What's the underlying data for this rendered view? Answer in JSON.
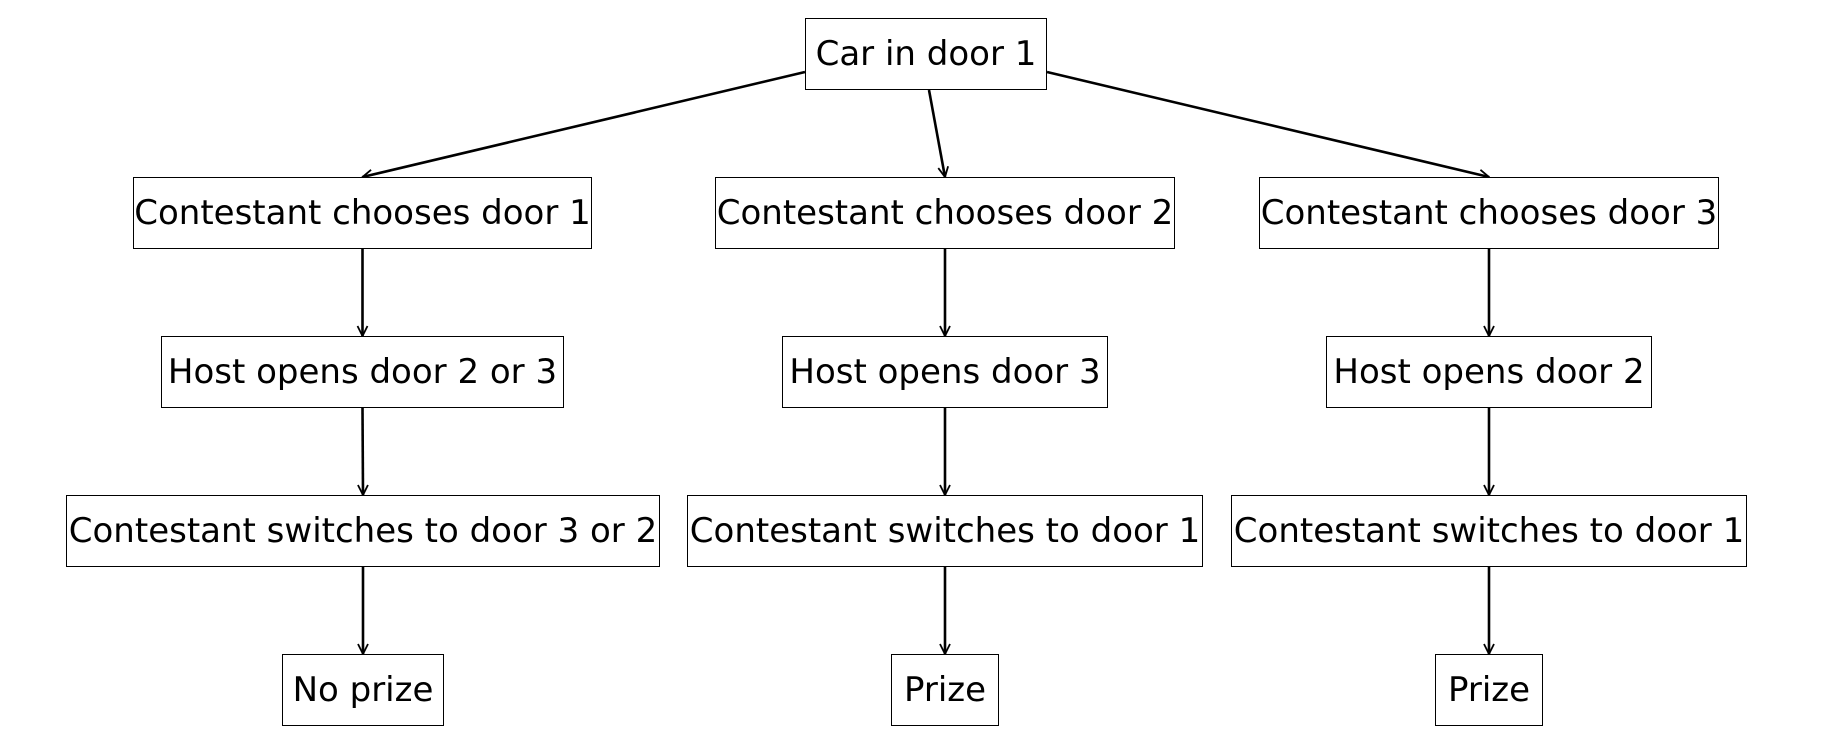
{
  "diagram": {
    "nodes": {
      "root": "Car in door 1",
      "choose_1": "Contestant chooses door 1",
      "choose_2": "Contestant chooses door 2",
      "choose_3": "Contestant chooses door 3",
      "host_1": "Host opens door 2 or 3",
      "host_2": "Host opens door 3",
      "host_3": "Host opens door 2",
      "switch_1": "Contestant switches to door 3 or 2",
      "switch_2": "Contestant switches to door 1",
      "switch_3": "Contestant switches to door 1",
      "result_1": "No prize",
      "result_2": "Prize",
      "result_3": "Prize"
    },
    "edges": [
      [
        "root",
        "choose_1"
      ],
      [
        "root",
        "choose_2"
      ],
      [
        "root",
        "choose_3"
      ],
      [
        "choose_1",
        "host_1"
      ],
      [
        "choose_2",
        "host_2"
      ],
      [
        "choose_3",
        "host_3"
      ],
      [
        "host_1",
        "switch_1"
      ],
      [
        "host_2",
        "switch_2"
      ],
      [
        "host_3",
        "switch_3"
      ],
      [
        "switch_1",
        "result_1"
      ],
      [
        "switch_2",
        "result_2"
      ],
      [
        "switch_3",
        "result_3"
      ]
    ]
  }
}
